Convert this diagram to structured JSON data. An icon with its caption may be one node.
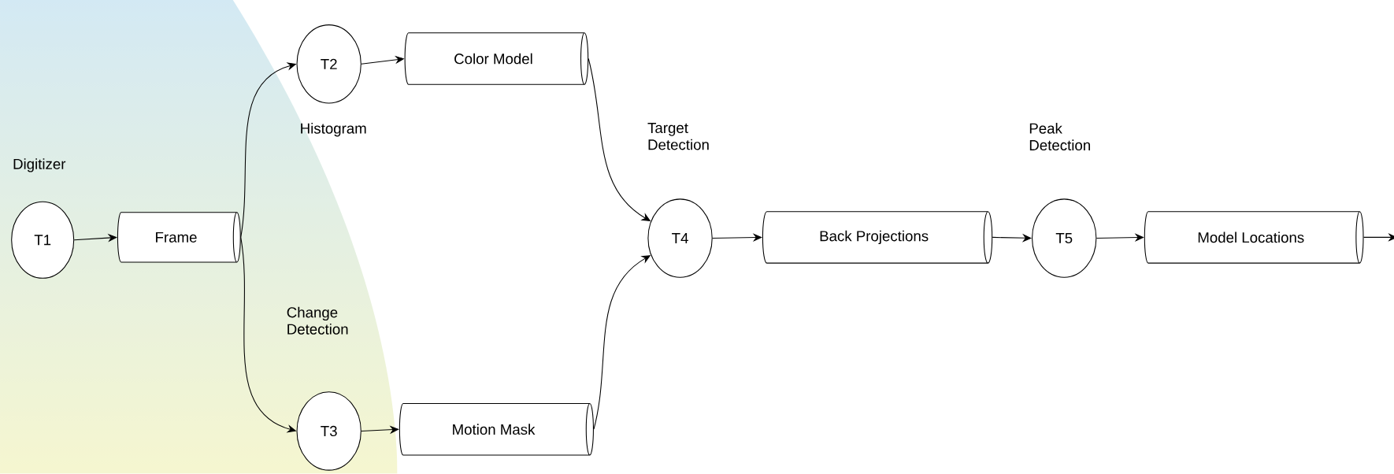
{
  "diagram": {
    "nodes": [
      {
        "text": [
          "T1"
        ],
        "beside": [
          "Digitizer"
        ]
      },
      {
        "text": [
          "Frame"
        ]
      },
      {
        "text": [
          "T2"
        ],
        "beside": [
          "Histogram"
        ]
      },
      {
        "text": [
          "Color Model"
        ]
      },
      {
        "text": [
          "T3"
        ],
        "beside": [
          "Change Detection"
        ]
      },
      {
        "text": [
          "Motion Mask"
        ]
      },
      {
        "text": [
          "T4"
        ],
        "beside": [
          "Target Detection"
        ]
      },
      {
        "text": [
          "Back Projections"
        ]
      },
      {
        "text": [
          "T5"
        ],
        "beside": [
          "Peak Detection"
        ]
      },
      {
        "text": [
          "Model Locations"
        ]
      }
    ],
    "edges": [
      {
        "from": 0,
        "to": 1,
        "arrow": "to"
      },
      {
        "from": 1,
        "to": 2,
        "arrow": "to"
      },
      {
        "from": 1,
        "to": 4,
        "arrow": "to"
      },
      {
        "from": 2,
        "to": 3,
        "arrow": "to"
      },
      {
        "from": 4,
        "to": 5,
        "arrow": "to"
      },
      {
        "from": 3,
        "to": 6,
        "arrow": "to"
      },
      {
        "from": 5,
        "to": 6,
        "arrow": "to"
      },
      {
        "from": 6,
        "to": 7,
        "arrow": "to"
      },
      {
        "from": 7,
        "to": 8,
        "arrow": "to"
      },
      {
        "from": 8,
        "to": 9,
        "arrow": "to"
      },
      {
        "from": 9,
        "to": null,
        "arrow": "to"
      }
    ]
  }
}
